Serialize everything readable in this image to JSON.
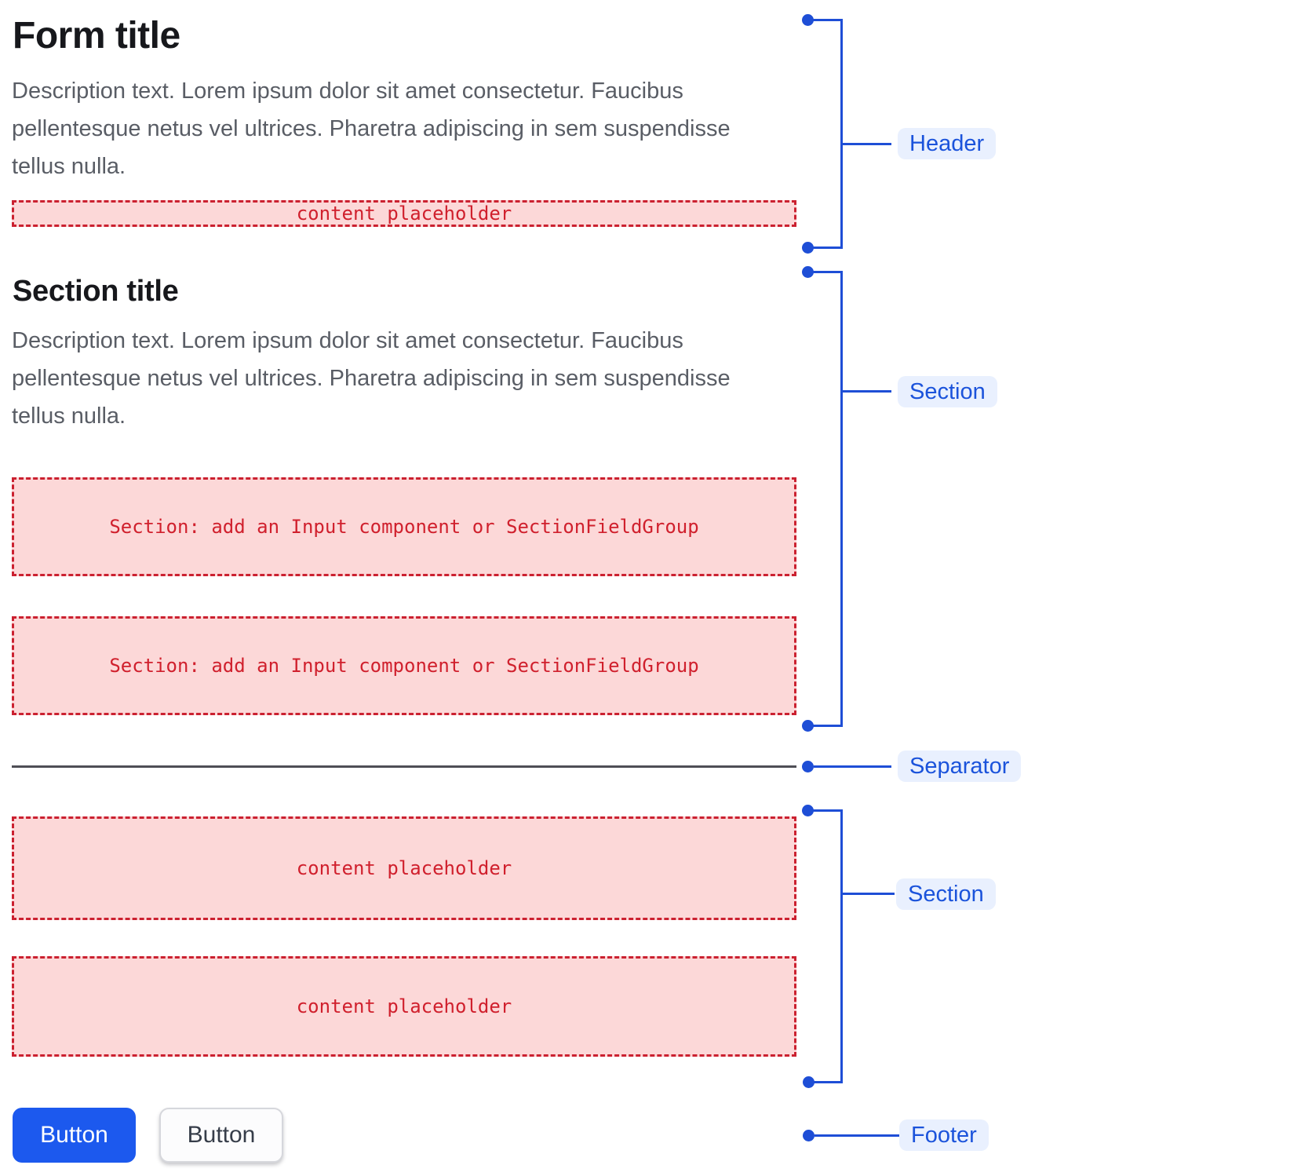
{
  "colors": {
    "accent_blue": "#1c59ee",
    "annotation_blue": "#1e4ed6",
    "pill_bg": "#e9f0fe",
    "pill_text": "#1b53db",
    "slot_bg": "#fcd8d8",
    "slot_border": "#cb2130",
    "slot_text": "#d0202d",
    "title_color": "#17181c",
    "body_color": "#595d65",
    "separator_color": "#4e4e56"
  },
  "form": {
    "title": "Form title",
    "description": "Description text. Lorem ipsum dolor sit amet consectetur. Faucibus pellentesque netus vel ultrices. Pharetra adipiscing in sem suspendisse tellus nulla.",
    "header_slot": "content placeholder",
    "section": {
      "title": "Section title",
      "description": "Description text. Lorem ipsum dolor sit amet consectetur. Faucibus pellentesque netus vel ultrices. Pharetra adipiscing in sem suspendisse tellus nulla.",
      "slot1": "Section: add an Input component or SectionFieldGroup",
      "slot2": "Section: add an Input component or SectionFieldGroup"
    },
    "section2": {
      "slot1": "content placeholder",
      "slot2": "content placeholder"
    },
    "footer": {
      "primary_button": "Button",
      "secondary_button": "Button"
    }
  },
  "annotations": {
    "header": "Header",
    "section1": "Section",
    "separator": "Separator",
    "section2": "Section",
    "footer": "Footer"
  }
}
